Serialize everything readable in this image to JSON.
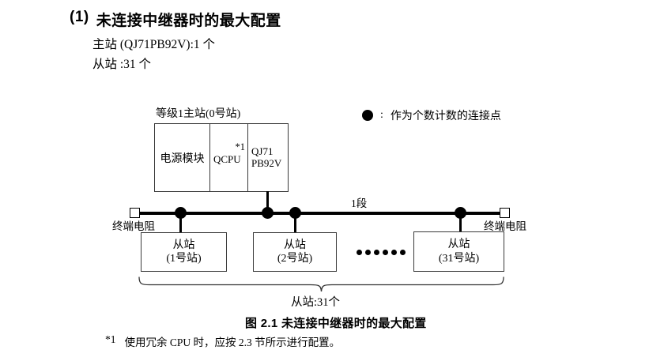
{
  "colors": {
    "text": "#000000",
    "line": "#000000",
    "box_border": "#3a3a3a",
    "background": "#ffffff"
  },
  "heading": {
    "number": "(1)",
    "title": "未连接中继器时的最大配置"
  },
  "intro": {
    "master_line": "主站 (QJ71PB92V):1 个",
    "slave_line": "从站 :31 个"
  },
  "diagram": {
    "master_label": "等级1主站(0号站)",
    "master_modules": {
      "power": "电源模块",
      "cpu": "QCPU",
      "cpu_footnote_ref": "*1",
      "network_line1": "QJ71",
      "network_line2": "PB92V"
    },
    "legend": {
      "separator": ":",
      "label": "作为个数计数的连接点"
    },
    "segment_label": "1段",
    "terminator_left_label": "终端电阻",
    "terminator_right_label": "终端电阻",
    "slaves": [
      {
        "name": "从站",
        "station": "(1号站)"
      },
      {
        "name": "从站",
        "station": "(2号站)"
      },
      {
        "name": "从站",
        "station": "(31号站)"
      }
    ],
    "slave_count_label": "从站:31个"
  },
  "caption": "图 2.1 未连接中继器时的最大配置",
  "footnote": {
    "marker": "*1",
    "text": "使用冗余 CPU 时，应按 2.3 节所示进行配置。"
  }
}
